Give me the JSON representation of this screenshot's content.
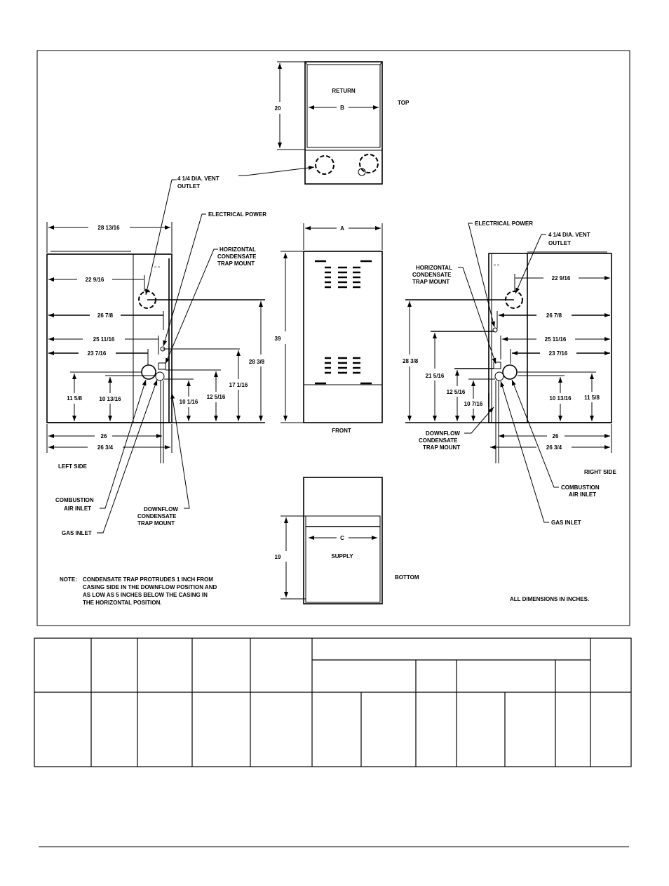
{
  "top_view": {
    "title": "TOP",
    "return_label": "RETURN",
    "width_label": "B",
    "depth": "20"
  },
  "front_view": {
    "title": "FRONT",
    "width_label": "A",
    "height": "39"
  },
  "bottom_view": {
    "title": "BOTTOM",
    "supply_label": "SUPPLY",
    "width_label": "C",
    "depth": "19"
  },
  "vent_outlet": {
    "line1": "4 1/4 DIA. VENT",
    "line2": "OUTLET"
  },
  "left_side": {
    "title": "LEFT SIDE",
    "electrical_power": "ELECTRICAL POWER",
    "horizontal_trap": [
      "HORIZONTAL",
      "CONDENSATE",
      "TRAP MOUNT"
    ],
    "combustion_air": [
      "COMBUSTION",
      "AIR INLET"
    ],
    "gas_inlet": "GAS INLET",
    "downflow_trap": [
      "DOWNFLOW",
      "CONDENSATE",
      "TRAP MOUNT"
    ],
    "dims": {
      "overall": "28 13/16",
      "vent": "22 9/16",
      "d1": "26 7/8",
      "d2": "25 11/16",
      "d3": "23 7/16",
      "h_comb": "11 5/8",
      "h_gas": "10 13/16",
      "h_down": "10 1/16",
      "h_trap": "12 5/16",
      "h_elec": "17 1/16",
      "h_vent": "28 3/8",
      "b1": "26",
      "b2": "26 3/4"
    }
  },
  "right_side": {
    "title": "RIGHT SIDE",
    "electrical_power": "ELECTRICAL POWER",
    "vent_line1": "4 1/4 DIA. VENT",
    "vent_line2": "OUTLET",
    "horizontal_trap": [
      "HORIZONTAL",
      "CONDENSATE",
      "TRAP MOUNT"
    ],
    "downflow_trap": [
      "DOWNFLOW",
      "CONDENSATE",
      "TRAP MOUNT"
    ],
    "combustion_air": [
      "COMBUSTION",
      "AIR INLET"
    ],
    "gas_inlet": "GAS INLET",
    "dims": {
      "vent": "22 9/16",
      "d1": "26 7/8",
      "d2": "25 11/16",
      "d3": "23 7/16",
      "h_vent": "28 3/8",
      "h_elec": "21 5/16",
      "h_trap": "12 5/16",
      "h_down": "10 7/16",
      "h_gas": "10 13/16",
      "h_comb": "11 5/8",
      "b1": "26",
      "b2": "26 3/4"
    }
  },
  "note": {
    "label": "NOTE:",
    "lines": [
      "CONDENSATE TRAP PROTRUDES 1 INCH FROM",
      "CASING SIDE IN THE DOWNFLOW POSITION AND",
      "AS LOW AS 5 INCHES BELOW THE CASING IN",
      "THE HORIZONTAL POSITION."
    ]
  },
  "units_note": "ALL DIMENSIONS IN INCHES."
}
